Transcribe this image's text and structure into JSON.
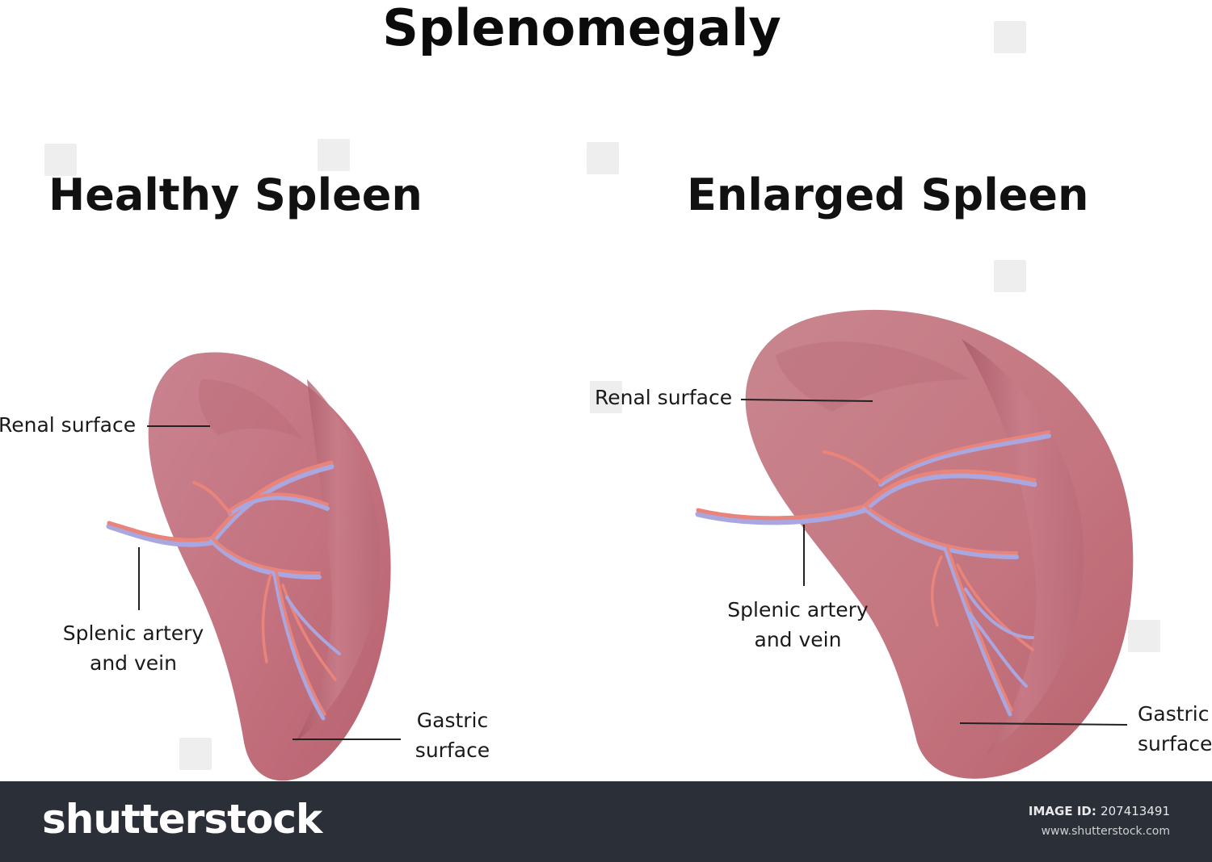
{
  "title": "Splenomegaly",
  "panels": {
    "healthy": {
      "heading": "Healthy Spleen",
      "labels": {
        "renal": "Renal surface",
        "splenic_line1": "Splenic artery",
        "splenic_line2": "and vein",
        "gastric_line1": "Gastric",
        "gastric_line2": "surface"
      }
    },
    "enlarged": {
      "heading": "Enlarged Spleen",
      "labels": {
        "renal": "Renal surface",
        "splenic_line1": "Splenic artery",
        "splenic_line2": "and vein",
        "gastric_line1": "Gastric",
        "gastric_line2": "surface"
      }
    }
  },
  "colors": {
    "spleen": "#c97a85",
    "spleen_shadow": "#a95c68",
    "artery": "#e8847a",
    "vein": "#a9a6e0",
    "footer": "#2a2f38"
  },
  "footer": {
    "brand": "shutterstock",
    "image_id_label": "IMAGE ID:",
    "image_id": "207413491",
    "site": "www.shutterstock.com"
  }
}
